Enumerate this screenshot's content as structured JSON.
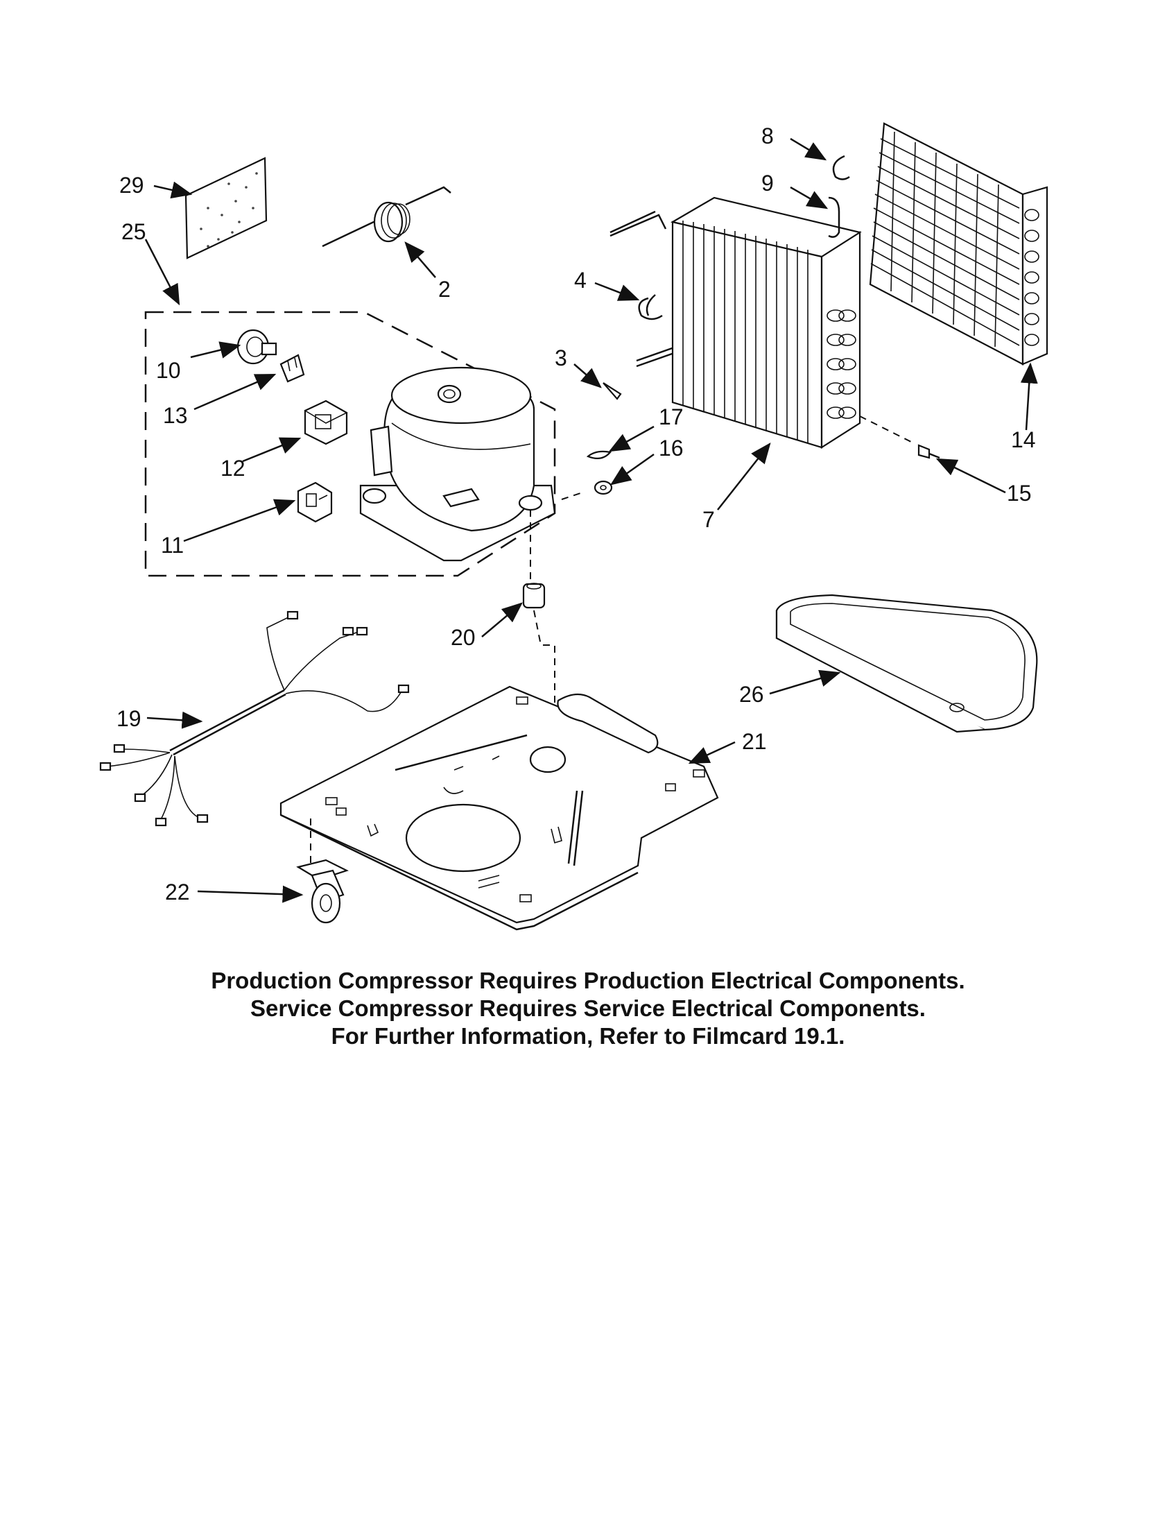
{
  "callouts": {
    "c29": "29",
    "c25": "25",
    "c2": "2",
    "c10": "10",
    "c13": "13",
    "c12": "12",
    "c11": "11",
    "c8": "8",
    "c9": "9",
    "c4": "4",
    "c3": "3",
    "c17": "17",
    "c16": "16",
    "c7": "7",
    "c14": "14",
    "c15": "15",
    "c20": "20",
    "c19": "19",
    "c26": "26",
    "c21": "21",
    "c22": "22"
  },
  "notes": {
    "line1": "Production Compressor Requires Production Electrical Components.",
    "line2": "Service Compressor Requires Service Electrical Components.",
    "line3": "For Further Information, Refer to Filmcard 19.1."
  }
}
